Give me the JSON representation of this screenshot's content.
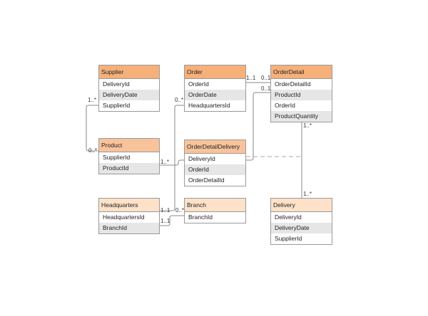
{
  "entities": {
    "supplier": {
      "title": "Supplier",
      "fields": [
        "DeliveryId",
        "DeliveryDate",
        "SupplierId"
      ]
    },
    "order": {
      "title": "Order",
      "fields": [
        "OrderId",
        "OrderDate",
        "HeadquartersId"
      ]
    },
    "orderdetail": {
      "title": "OrderDetail",
      "fields": [
        "OrderDetailId",
        "ProductId",
        "OrderId",
        "ProductQuantity"
      ]
    },
    "product": {
      "title": "Product",
      "fields": [
        "SupplierId",
        "ProductId"
      ]
    },
    "orderdetaildelivery": {
      "title": "OrderDetailDelivery",
      "fields": [
        "DeliveryId",
        "OrderId",
        "OrderDetailId"
      ]
    },
    "headquarters": {
      "title": "Headquarters",
      "fields": [
        "HeadquartersId",
        "BranchId"
      ]
    },
    "branch": {
      "title": "Branch",
      "fields": [
        "BranchId"
      ]
    },
    "delivery": {
      "title": "Delivery",
      "fields": [
        "DeliveryId",
        "DeliveryDate",
        "SupplierId"
      ]
    }
  },
  "multiplicities": {
    "supplier_product_top": "1..*",
    "supplier_product_bottom": "0..*",
    "order_orderdetail_left": "1..1",
    "order_orderdetail_right": "0..1",
    "orderdetail_product_right": "0..1",
    "product_orderdetail_left": "1..*",
    "order_headquarters_top": "0..*",
    "headquarters_order_left": "1..1",
    "branch_left": "0..*",
    "headquarters_branch": "1..1",
    "orderdetail_delivery_top": "1..*",
    "orderdetail_delivery_bottom": "1..*"
  }
}
